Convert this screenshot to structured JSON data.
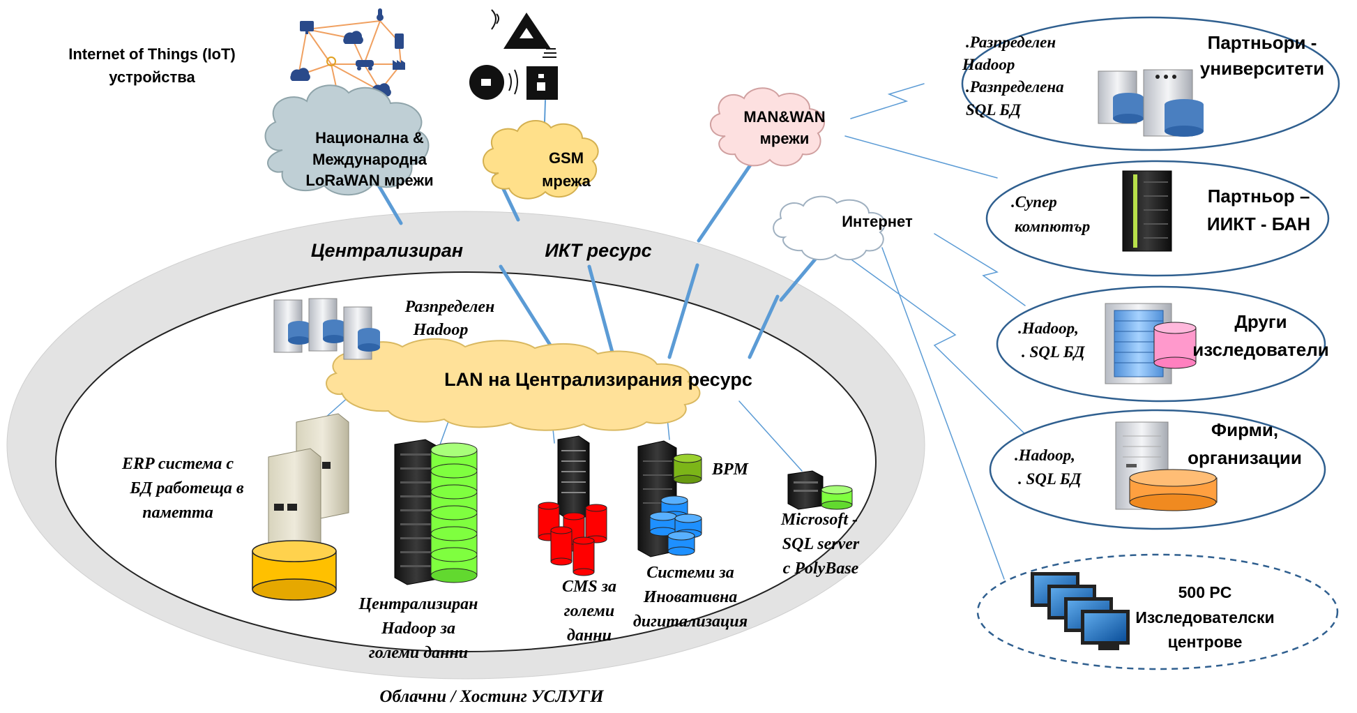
{
  "iot": {
    "line1": "Internet of Things (IoT)",
    "line2": "устройства"
  },
  "lora": {
    "line1": "Национална &",
    "line2": "Международна",
    "line3": "LoRaWAN мрежи"
  },
  "gsm": {
    "line1": "GSM",
    "line2": "мрежа"
  },
  "manwan": {
    "line1": "MAN&WAN",
    "line2": "мрежи"
  },
  "internet": {
    "label": "Интернет"
  },
  "central": {
    "title1": "Централизиран",
    "title2": "ИКТ ресурс",
    "footer": "Облачни / Хостинг УСЛУГИ"
  },
  "lan": {
    "label": "LAN на Централизирания ресурс"
  },
  "dist_hadoop": {
    "line1": "Разпределен",
    "line2": "Hadoop"
  },
  "erp": {
    "line1": "ERP система с",
    "line2": "БД работеща в",
    "line3": "паметта"
  },
  "chadoop": {
    "line1": "Централизиран",
    "line2": "Hadoop за",
    "line3": "големи данни"
  },
  "cms": {
    "line1": "CMS за",
    "line2": "големи",
    "line3": "данни"
  },
  "bpm": {
    "label": "BPM"
  },
  "digital": {
    "line1": "Системи за",
    "line2": "Иновативна",
    "line3": "дигитализация"
  },
  "mssql": {
    "line1": "Microsoft -",
    "line2": "SQL server",
    "line3": "с PolyBase"
  },
  "partners_uni": {
    "title1": "Партньори -",
    "title2": "университети",
    "note1": ".Разпределен",
    "note2": "Hadoop",
    "note3": ".Разпределена",
    "note4": "SQL БД"
  },
  "partner_iict": {
    "title1": "Партньор –",
    "title2": "ИИКТ - БАН",
    "note1": ".Супер",
    "note2": "компютър"
  },
  "other_researchers": {
    "title1": "Други",
    "title2": "изследователи",
    "note1": ".Hadoop,",
    "note2": ". SQL БД"
  },
  "firms": {
    "title1": "Фирми,",
    "title2": "организации",
    "note1": ".Hadoop,",
    "note2": ". SQL БД"
  },
  "research_centers": {
    "line1": "500 PC",
    "line2": "Изследователски",
    "line3": "центрове"
  },
  "colors": {
    "lan_cloud": "#ffe199",
    "gsm_cloud": "#ffe08a",
    "lora_cloud": "#bfcfd5",
    "manwan_cloud": "#fde0e0",
    "ring": "#e3e3e3",
    "link": "#5b9bd5",
    "ellipse_stroke": "#2f5f8f",
    "cyl_yellow": "#ffc000",
    "cyl_green": "#7fff3f",
    "cyl_red": "#ff0000",
    "cyl_blue": "#1e90ff",
    "cyl_pink": "#ff99cc",
    "cyl_orange": "#ffa040",
    "cyl_olive": "#7cb518"
  }
}
